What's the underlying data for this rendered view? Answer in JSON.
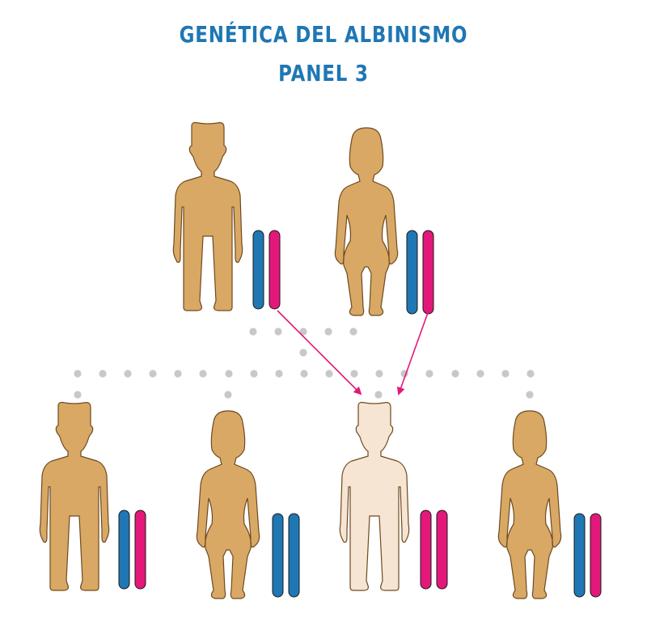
{
  "title": {
    "line1": "GENÉTICA DEL ALBINISMO",
    "line2": "PANEL 3"
  },
  "colors": {
    "skin": "#d9a865",
    "skin_albino": "#f6e5d2",
    "outline": "#6e4a1f",
    "allele_dominant": "#1f77b4",
    "allele_recessive": "#e3187a",
    "dots": "#c8c8c8",
    "arrow": "#e3187a",
    "title": "#1f77b4"
  },
  "parents": [
    {
      "id": "father",
      "figure": "male",
      "albino": false,
      "alleles": [
        "dominant",
        "recessive"
      ]
    },
    {
      "id": "mother",
      "figure": "female",
      "albino": false,
      "alleles": [
        "dominant",
        "recessive"
      ]
    }
  ],
  "children": [
    {
      "id": "child-1",
      "figure": "male",
      "albino": false,
      "alleles": [
        "dominant",
        "recessive"
      ]
    },
    {
      "id": "child-2",
      "figure": "female",
      "albino": false,
      "alleles": [
        "dominant",
        "dominant"
      ]
    },
    {
      "id": "child-3",
      "figure": "male",
      "albino": true,
      "alleles": [
        "recessive",
        "recessive"
      ]
    },
    {
      "id": "child-4",
      "figure": "female",
      "albino": false,
      "alleles": [
        "dominant",
        "recessive"
      ]
    }
  ]
}
